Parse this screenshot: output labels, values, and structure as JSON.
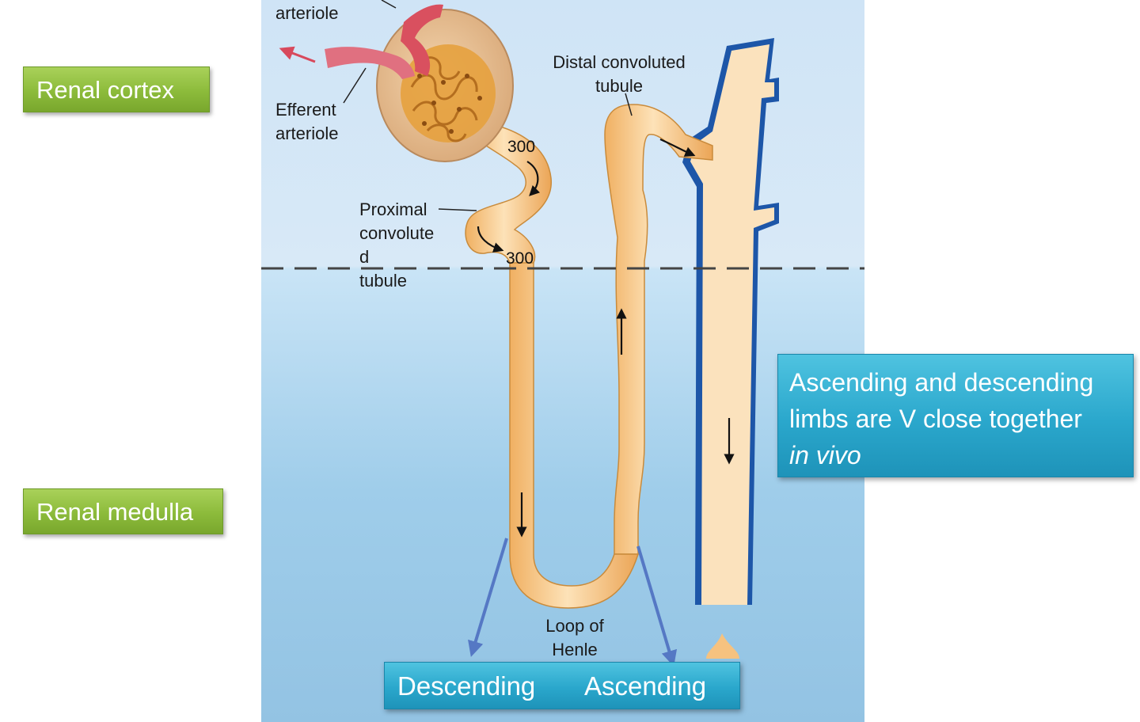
{
  "labels": {
    "renal_cortex": "Renal cortex",
    "renal_medulla": "Renal medulla",
    "afferent_partial": "arteriole",
    "efferent_line1": "Efferent",
    "efferent_line2": "arteriole",
    "distal_line1": "Distal convoluted",
    "distal_line2": "tubule",
    "proximal_line1": "Proximal",
    "proximal_line2": "convolute",
    "proximal_line3": "d",
    "proximal_line4": "tubule",
    "osmolarity_top": "300",
    "osmolarity_bottom": "300",
    "loop_line1": "Loop of",
    "loop_line2": "Henle"
  },
  "note": {
    "line1": "Ascending and descending",
    "line2": "limbs are V close together",
    "italic": "in vivo"
  },
  "loop_box": {
    "descending": "Descending",
    "ascending": "Ascending"
  },
  "colors": {
    "tubule": "#f6c27f",
    "tubule_outline": "#c98b3c",
    "collecting_duct_border": "#1d56a8",
    "arrow_blue": "#5578c4",
    "green_label": "#8cbb3b",
    "teal_box": "#2aa7cc",
    "vessel_red": "#d8495c"
  }
}
